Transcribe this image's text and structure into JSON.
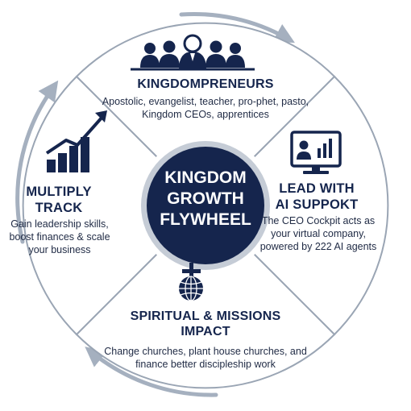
{
  "hub": {
    "lines": [
      "KINGDOM",
      "GROWTH",
      "FLYWHEEL"
    ]
  },
  "sections": {
    "kingdompreneurs": {
      "title": "KINGDOMPRENEURS",
      "description": "Apostolic, evangelist, teacher, pro-phet, pasto, Kingdom CEOs, apprentices",
      "icon": "team-group-icon"
    },
    "lead": {
      "title_lines": [
        "LEAD WITH",
        "AI SUPPOKT"
      ],
      "description": "The CEO Cockpit acts as your virtual company, powered by 222 AI agents",
      "icon": "monitor-dashboard-icon"
    },
    "multiply": {
      "title_lines": [
        "MULTIPLY",
        "TRACK"
      ],
      "description": "Gain leadership skills, boost finances & scale your business",
      "icon": "growth-chart-icon"
    },
    "spiritual": {
      "title_lines": [
        "SPIRITUAL & MISSIONS",
        "IMPACT"
      ],
      "description": "Change churches, plant house churches, and finance better discipleship work",
      "icon": "globe-cross-icon"
    }
  },
  "colors": {
    "navy": "#15254d",
    "ring_gray": "#cdd3db",
    "ring_stroke": "#a3adbb",
    "arrow_gray": "#a5b0bf"
  }
}
